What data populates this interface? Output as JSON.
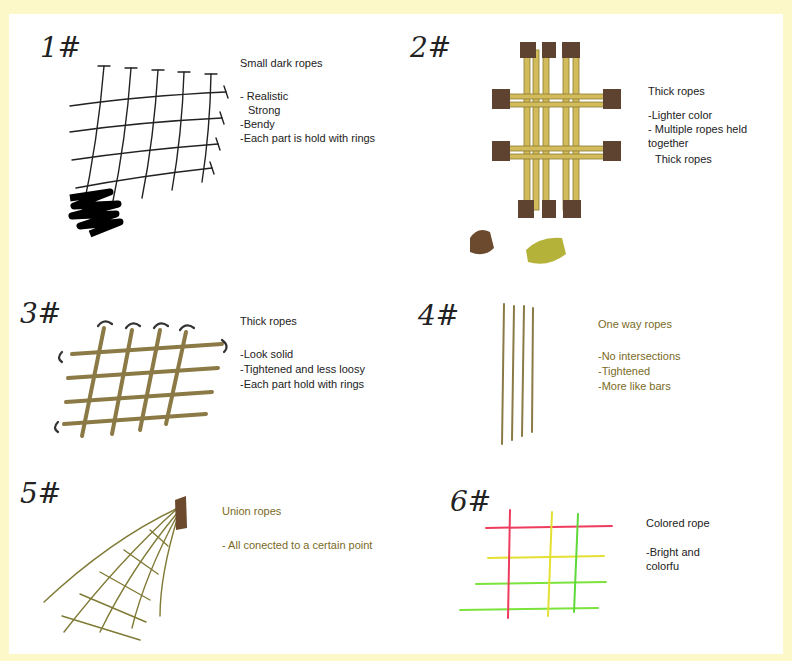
{
  "diagram": {
    "labels": [
      "1#",
      "Small dark ropes",
      "- Realistic",
      "Strong",
      "-Bendy",
      "-Each part is hold with rings",
      "2#",
      "Thick ropes",
      "-Lighter color",
      "- Multiple ropes held together",
      "Thick ropes",
      "3#",
      "Thick ropes",
      "-Look solid",
      "-Tightened and less loosy",
      "-Each part hold with rings",
      "4#",
      "One way ropes",
      "-No intersections",
      "-Tightened",
      "-More like bars",
      "5#",
      "Union ropes",
      "- All conected to a certain point",
      "6#",
      "Colored rope",
      "-Bright and colorfu"
    ]
  }
}
